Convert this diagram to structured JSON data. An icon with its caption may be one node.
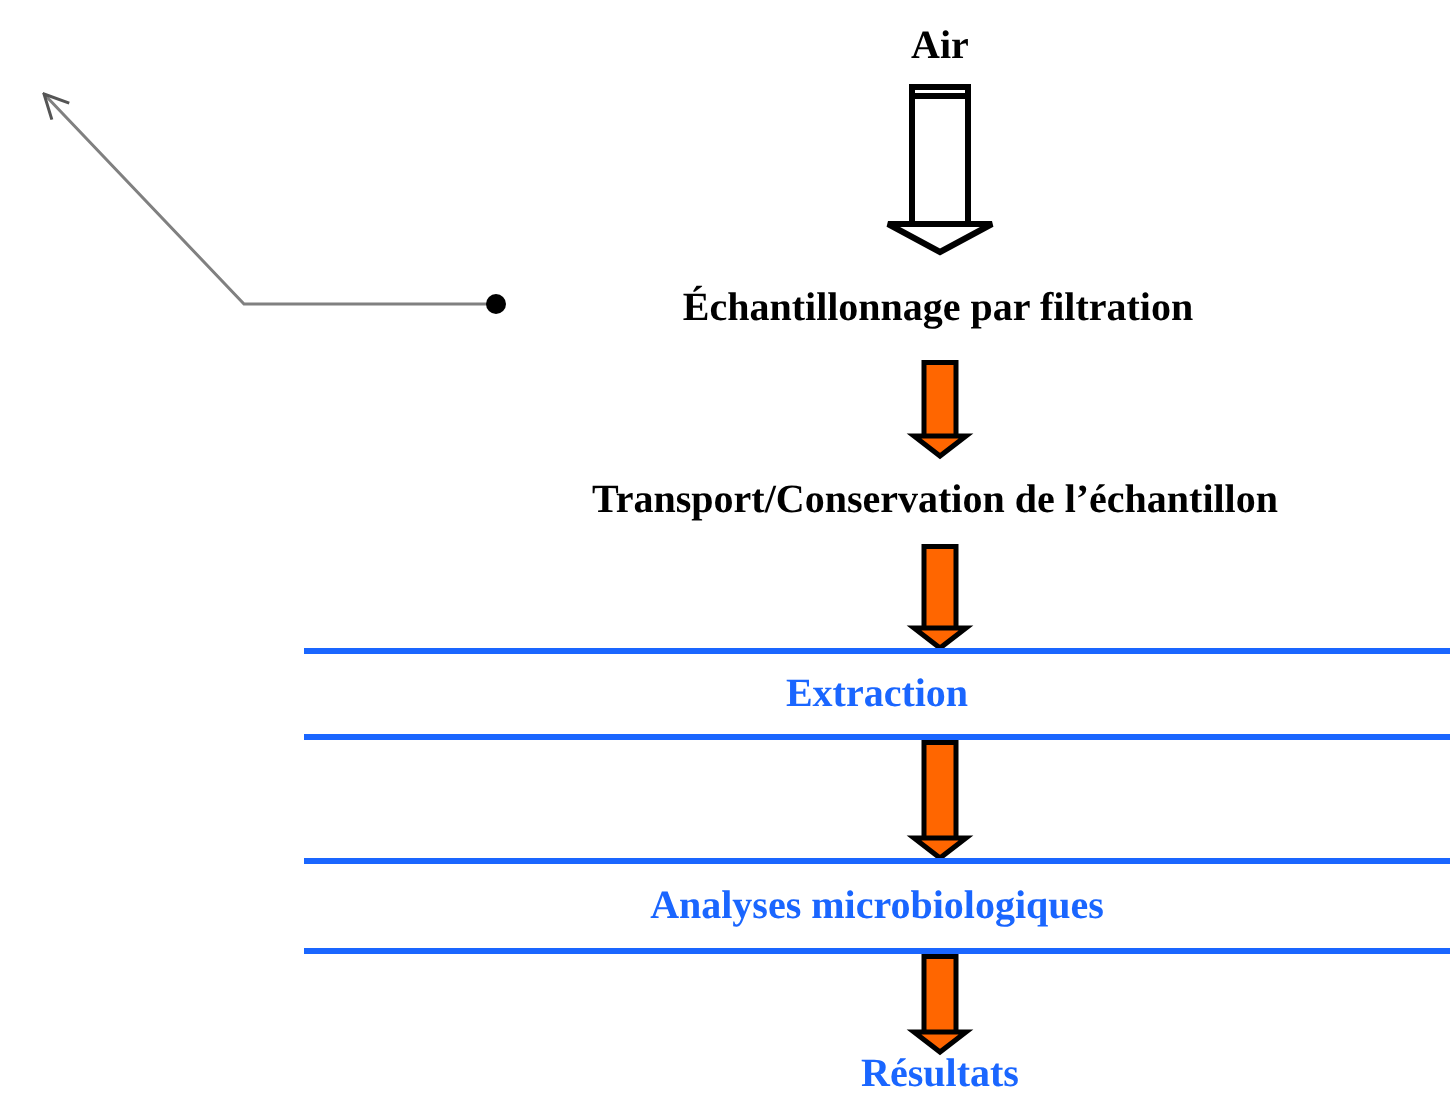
{
  "diagram": {
    "nodes": [
      {
        "text": [
          "Air"
        ]
      },
      {
        "text": [
          "Échantillonnage par filtration"
        ]
      },
      {
        "text": [
          "Transport/Conservation de l’échantillon"
        ]
      },
      {
        "text": [
          "Extraction"
        ]
      },
      {
        "text": [
          "Analyses microbiologiques"
        ]
      },
      {
        "text": [
          "Résultats"
        ]
      }
    ],
    "edges": [
      {
        "from": 0,
        "to": 1,
        "arrow": "to",
        "style": "thick",
        "color": "#ffffff"
      },
      {
        "from": 1,
        "to": 2,
        "arrow": "to"
      },
      {
        "from": 2,
        "to": 3,
        "arrow": "to"
      },
      {
        "from": 3,
        "to": 4,
        "arrow": "to"
      },
      {
        "from": 4,
        "to": 5,
        "arrow": "to"
      },
      {
        "from": 1,
        "to": null,
        "arrow": "to",
        "color": "#808080"
      }
    ]
  }
}
